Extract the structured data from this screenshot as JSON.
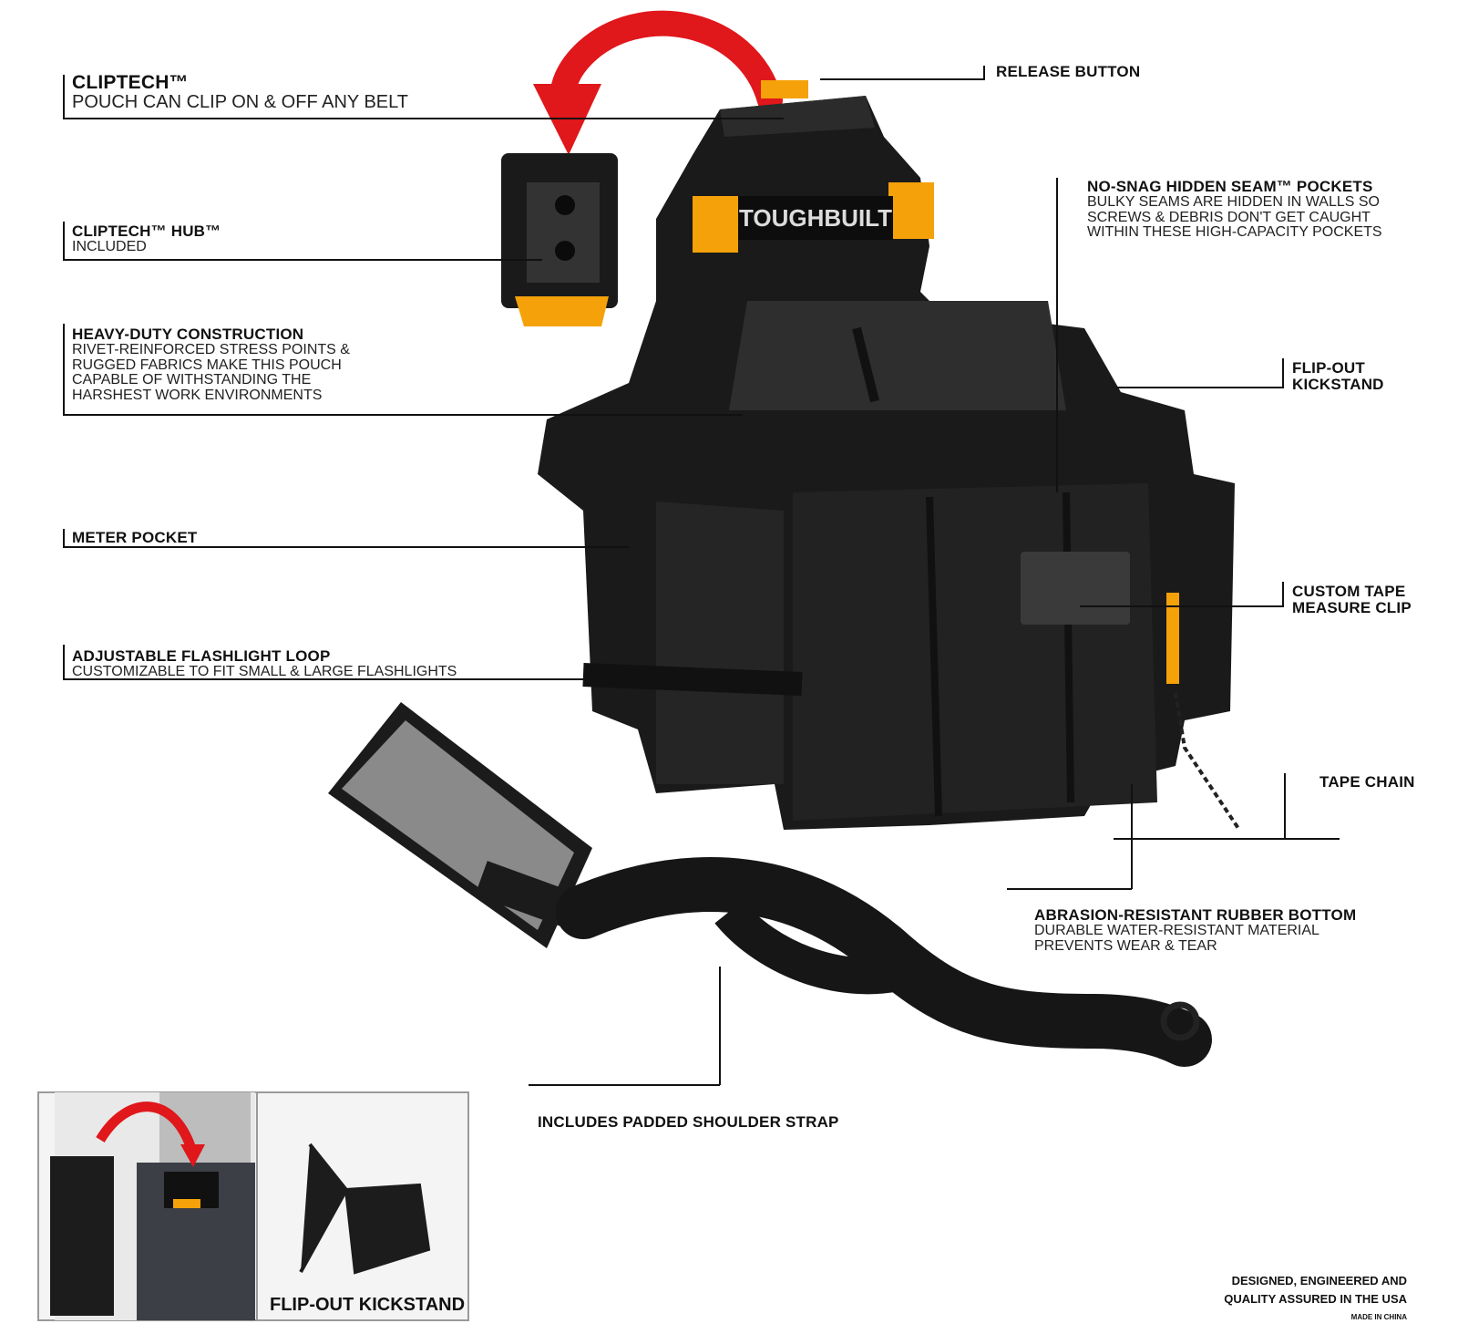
{
  "brand": {
    "logo_text": "TOUGHBUILT",
    "accent": "#f5a10a",
    "body_color": "#1b1b1b",
    "arrow_color": "#e0171b"
  },
  "callouts": {
    "cliptech": {
      "title": "CLIPTECH™",
      "body": "POUCH CAN CLIP ON & OFF ANY BELT"
    },
    "hub": {
      "title": "CLIPTECH™ HUB™",
      "body": "INCLUDED"
    },
    "heavy_duty": {
      "title": "HEAVY-DUTY CONSTRUCTION",
      "lines": [
        "RIVET-REINFORCED STRESS  POINTS &",
        "RUGGED FABRICS MAKE THIS POUCH",
        "CAPABLE OF WITHSTANDING THE",
        "HARSHEST WORK ENVIRONMENTS"
      ]
    },
    "meter_pocket": {
      "title": "METER POCKET"
    },
    "flashlight_loop": {
      "title": "ADJUSTABLE FLASHLIGHT LOOP",
      "body": "CUSTOMIZABLE TO FIT SMALL & LARGE FLASHLIGHTS"
    },
    "release_button": {
      "title": "RELEASE BUTTON"
    },
    "no_snag": {
      "title": "NO-SNAG HIDDEN  SEAM™ POCKETS",
      "lines": [
        "BULKY SEAMS ARE HIDDEN IN WALLS SO",
        "SCREWS & DEBRIS DON'T GET CAUGHT",
        "WITHIN THESE HIGH-CAPACITY POCKETS"
      ]
    },
    "kickstand": {
      "lines": [
        "FLIP-OUT",
        "KICKSTAND"
      ]
    },
    "tape_clip": {
      "lines": [
        "CUSTOM TAPE",
        "MEASURE CLIP"
      ]
    },
    "tape_chain": {
      "title": "TAPE CHAIN"
    },
    "rubber_bottom": {
      "title": "ABRASION-RESISTANT RUBBER BOTTOM",
      "lines": [
        "DURABLE WATER-RESISTANT MATERIAL",
        "PREVENTS WEAR & TEAR"
      ]
    },
    "shoulder_strap": {
      "title": "INCLUDES PADDED SHOULDER STRAP"
    }
  },
  "inset": {
    "label": "FLIP-OUT KICKSTAND"
  },
  "footer": {
    "lines": [
      "DESIGNED, ENGINEERED AND",
      "QUALITY ASSURED IN THE USA"
    ],
    "small": "MADE IN CHINA"
  }
}
